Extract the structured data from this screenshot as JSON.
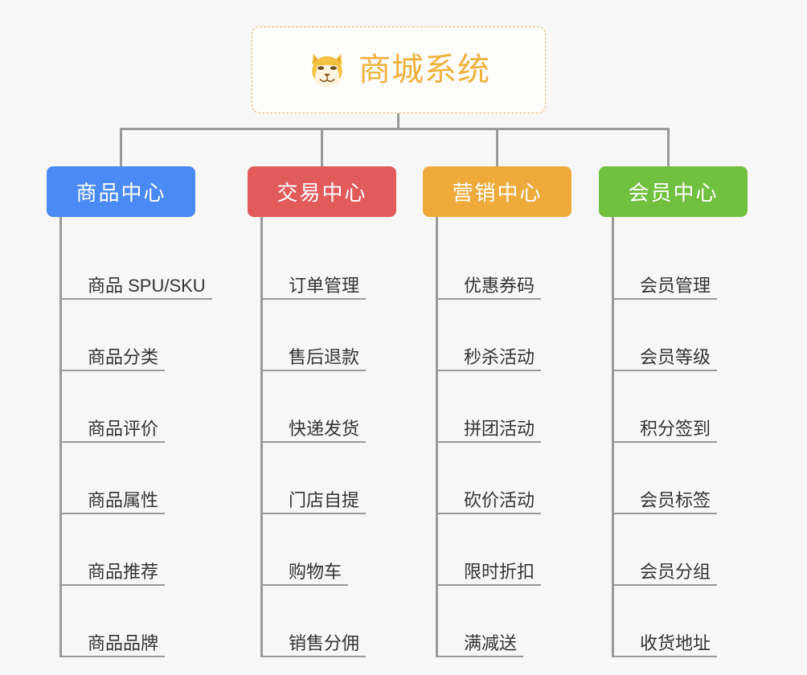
{
  "root": {
    "title": "商城系统",
    "icon": "shiba-dog-emoji",
    "border_color": "#e8b96a",
    "text_color": "#f0b13c"
  },
  "connector_color": "#9a9a9a",
  "background_color": "#f7f7f7",
  "branches": [
    {
      "label": "商品中心",
      "color": "#4a8af4",
      "items": [
        "商品 SPU/SKU",
        "商品分类",
        "商品评价",
        "商品属性",
        "商品推荐",
        "商品品牌"
      ]
    },
    {
      "label": "交易中心",
      "color": "#e25b5b",
      "items": [
        "订单管理",
        "售后退款",
        "快递发货",
        "门店自提",
        "购物车",
        "销售分佣"
      ]
    },
    {
      "label": "营销中心",
      "color": "#eeab3c",
      "items": [
        "优惠券码",
        "秒杀活动",
        "拼团活动",
        "砍价活动",
        "限时折扣",
        "满减送"
      ]
    },
    {
      "label": "会员中心",
      "color": "#72c040",
      "items": [
        "会员管理",
        "会员等级",
        "积分签到",
        "会员标签",
        "会员分组",
        "收货地址"
      ]
    }
  ]
}
